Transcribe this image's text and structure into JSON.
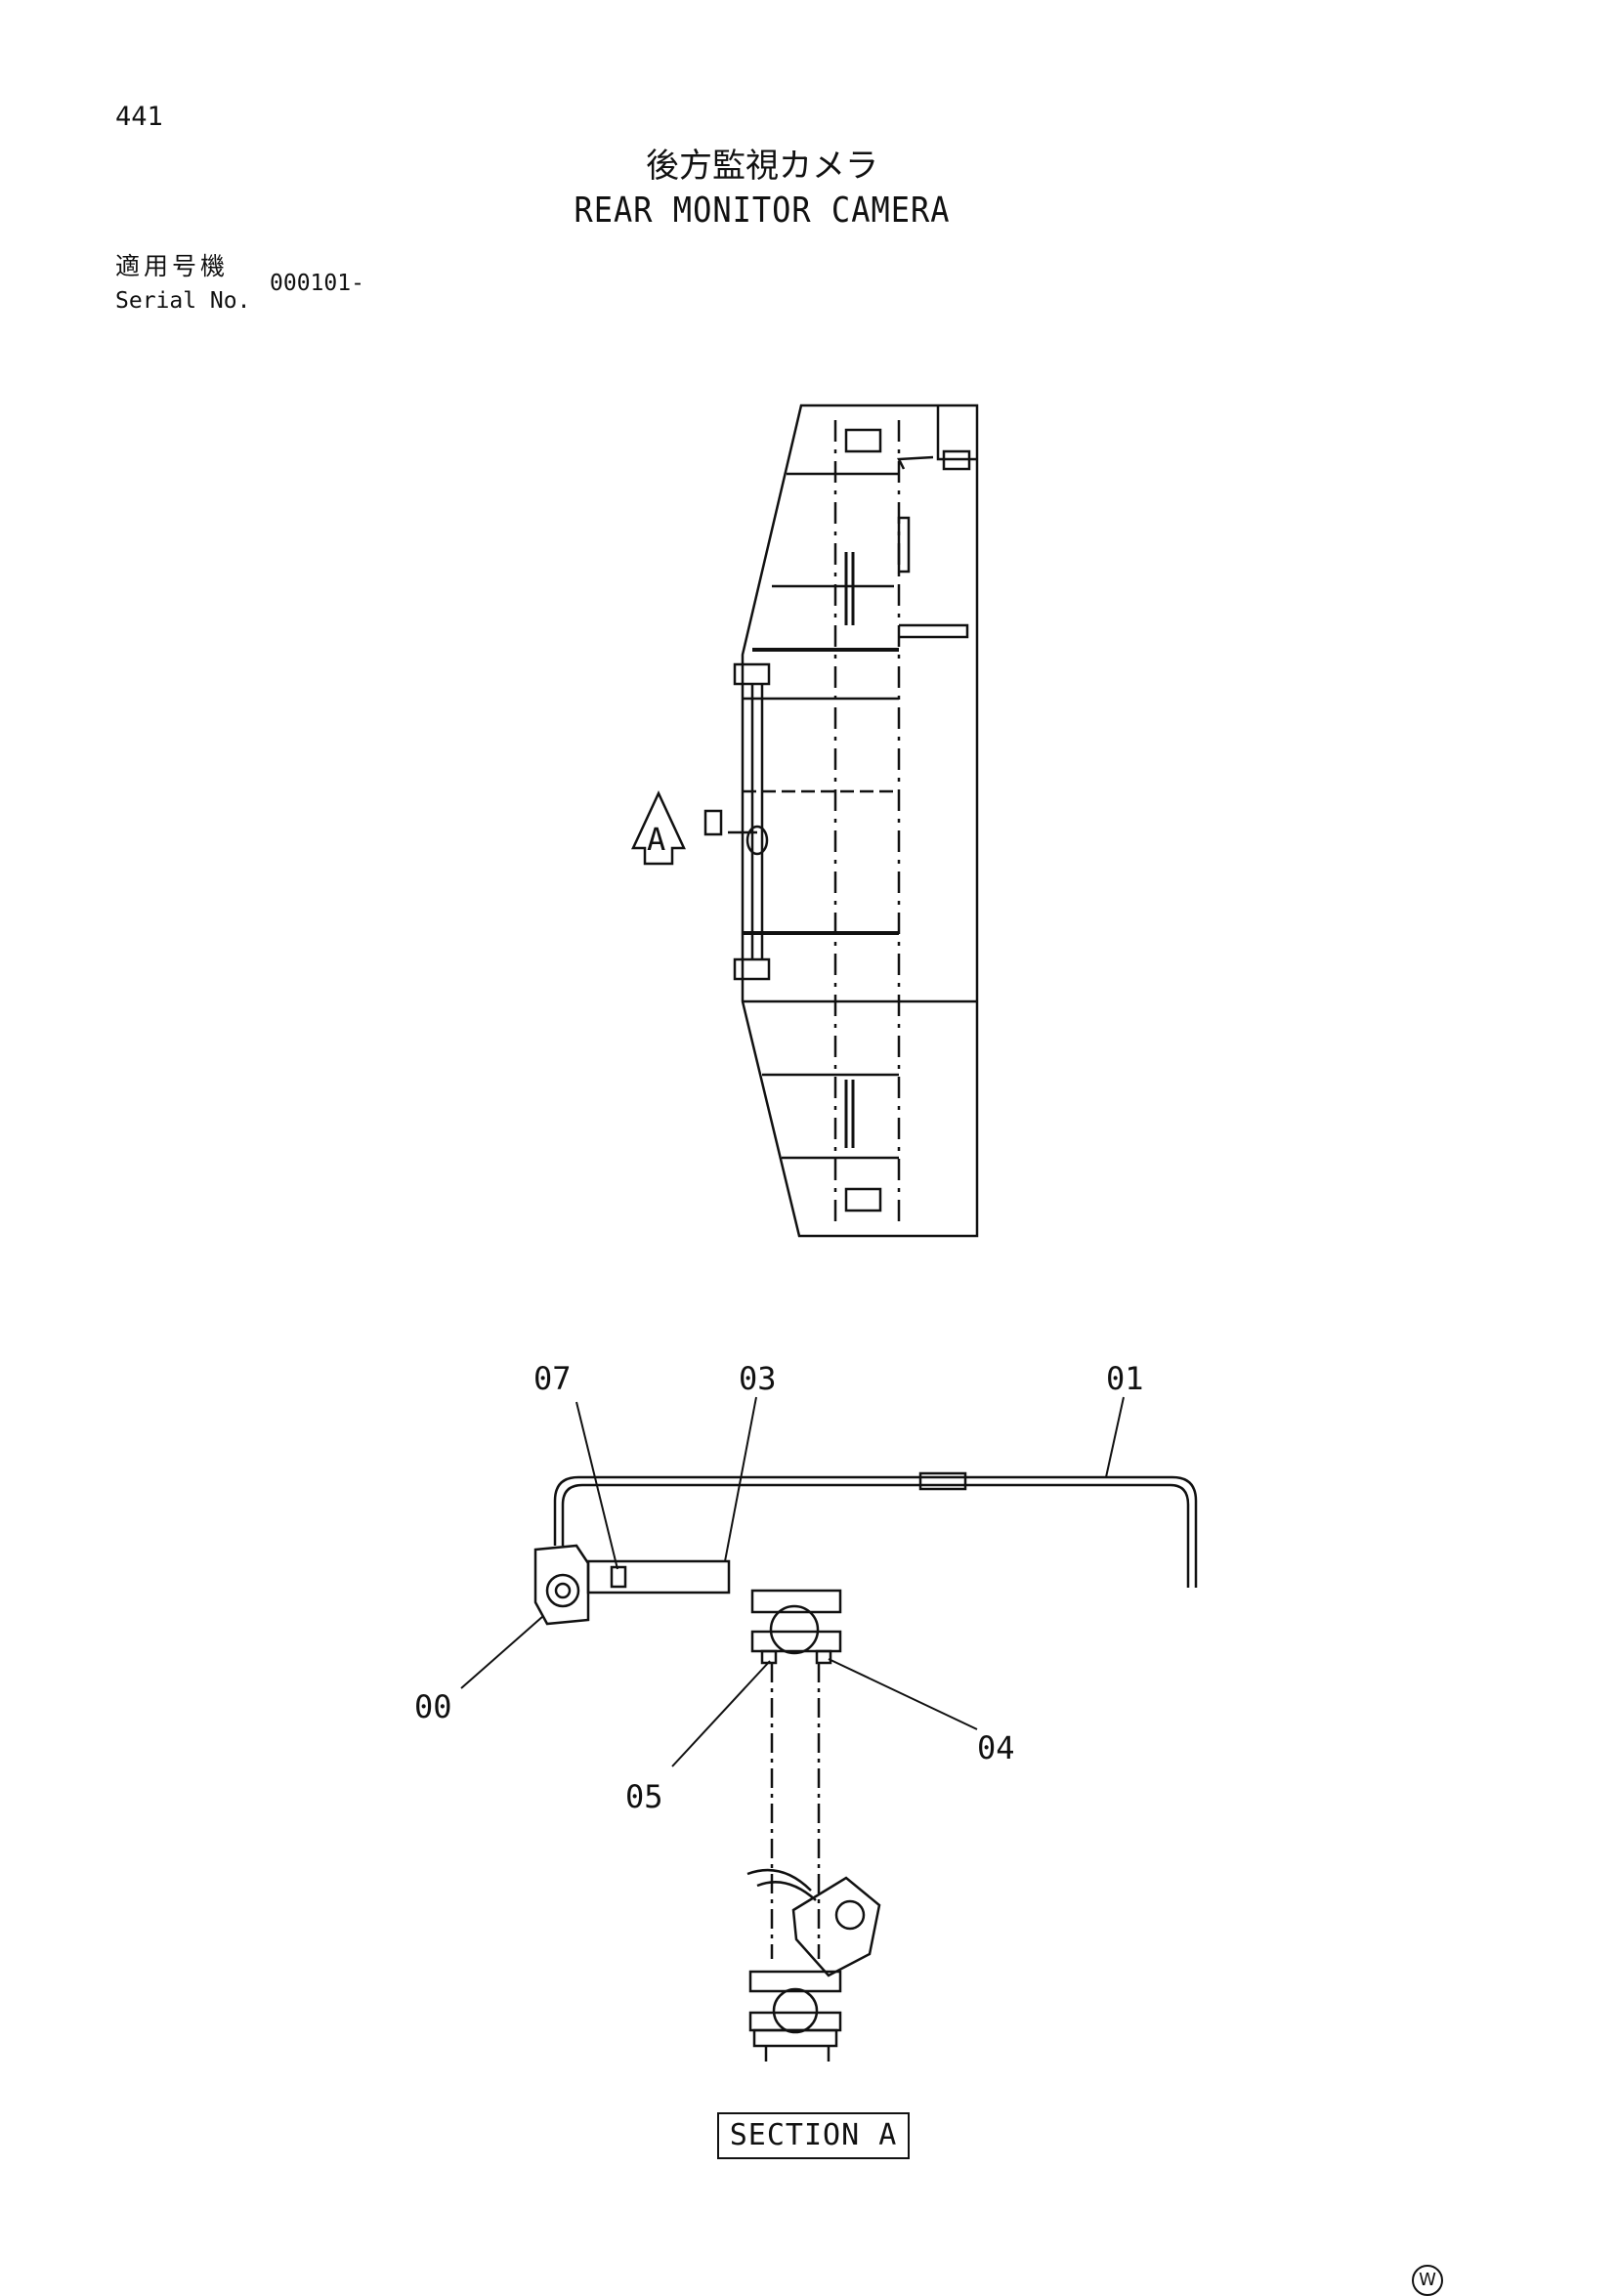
{
  "page_number": "441",
  "title_ja": "後方監視カメラ",
  "title_en": "REAR MONITOR CAMERA",
  "serial": {
    "label_ja": "適用号機",
    "label_en": "Serial No.",
    "value": "000101-"
  },
  "view_marker": "A",
  "callouts": [
    "07",
    "03",
    "01",
    "00",
    "04",
    "05"
  ],
  "section_label": "SECTION A",
  "corner_mark": "W"
}
